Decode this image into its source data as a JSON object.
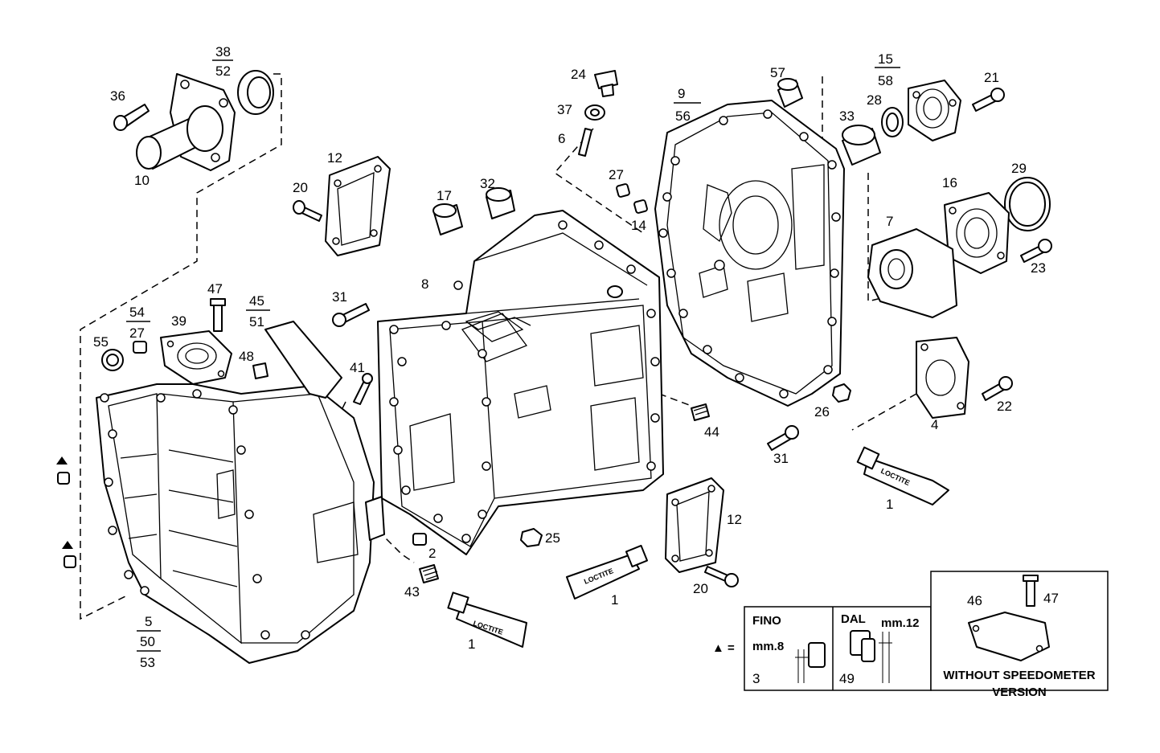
{
  "callouts": {
    "c1a": "1",
    "c1b": "1",
    "c1c": "1",
    "c2": "2",
    "c4": "4",
    "c5_a": "5",
    "c5_b": "50",
    "c5_c": "53",
    "c6": "6",
    "c7": "7",
    "c8": "8",
    "c9_a": "9",
    "c9_b": "56",
    "c10": "10",
    "c12a": "12",
    "c12b": "12",
    "c14": "14",
    "c15_a": "15",
    "c15_b": "58",
    "c16": "16",
    "c17": "17",
    "c20a": "20",
    "c20b": "20",
    "c21": "21",
    "c22": "22",
    "c23": "23",
    "c24": "24",
    "c25": "25",
    "c26": "26",
    "c27": "27",
    "c28": "28",
    "c29": "29",
    "c31a": "31",
    "c31b": "31",
    "c32": "32",
    "c33": "33",
    "c36": "36",
    "c37": "37",
    "c38_a": "38",
    "c38_b": "52",
    "c39": "39",
    "c41": "41",
    "c43": "43",
    "c44": "44",
    "c45_a": "45",
    "c45_b": "51",
    "c47": "47",
    "c48": "48",
    "c54_a": "54",
    "c54_b": "27",
    "c55": "55",
    "c57": "57"
  },
  "tube_label": "LOCTITE",
  "legend": {
    "marker": "▲ =",
    "fino_title": "FINO",
    "fino_size": "mm.8",
    "fino_part": "3",
    "dal_title": "DAL",
    "dal_size": "mm.12",
    "dal_part": "49"
  },
  "inset": {
    "part_a": "46",
    "part_b": "47",
    "caption_line1": "WITHOUT SPEEDOMETER",
    "caption_line2": "VERSION"
  }
}
